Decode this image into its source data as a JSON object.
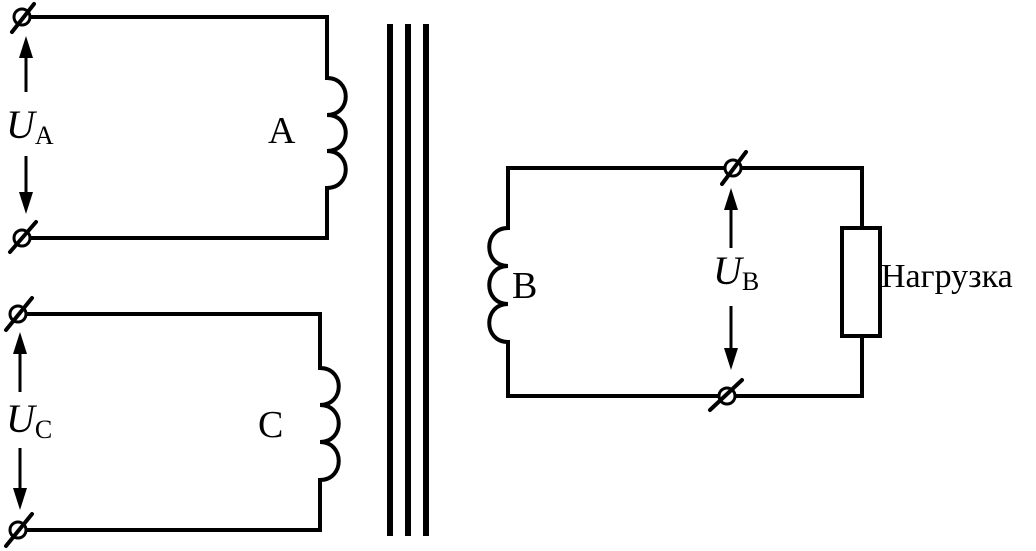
{
  "winding_a": {
    "label": "A",
    "voltage_symbol": "U",
    "voltage_sub": "A"
  },
  "winding_c": {
    "label": "C",
    "voltage_symbol": "U",
    "voltage_sub": "C"
  },
  "winding_b": {
    "label": "B",
    "voltage_symbol": "U",
    "voltage_sub": "B"
  },
  "load": {
    "label": "Нагрузка"
  }
}
